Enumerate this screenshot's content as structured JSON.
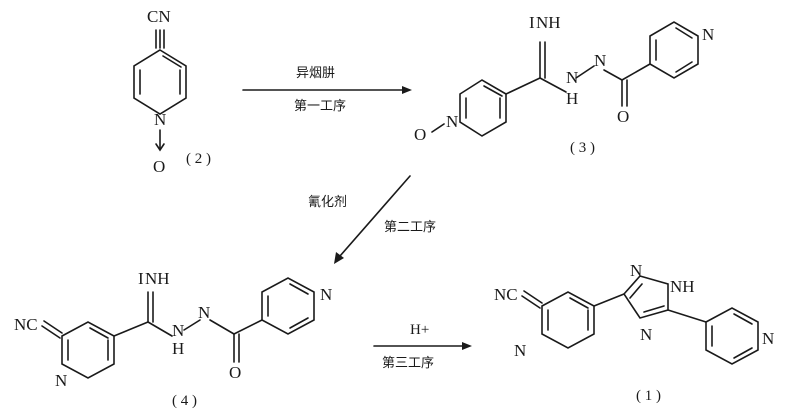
{
  "compounds": {
    "c2": {
      "cn": "CN",
      "n": "N",
      "o": "O",
      "label": "( 2 )"
    },
    "c3": {
      "imine": "NH",
      "imine_h": "I",
      "nh": "H",
      "n_py": "N",
      "n_oxide": "N",
      "o_oxide": "O",
      "carbonyl_o": "O",
      "label": "( 3 )"
    },
    "c4": {
      "cn": "NC",
      "n_py": "N",
      "n_ring": "N",
      "imine": "NH",
      "imine_h": "I",
      "nh": "H",
      "carbonyl_o": "O",
      "label": "( 4 )"
    },
    "c1": {
      "cn": "NC",
      "n_py": "N",
      "n_ring": "N",
      "n_triazole_top": "N",
      "nh_top": "NH",
      "n_triazole_low": "N",
      "label": "( 1 )"
    }
  },
  "steps": {
    "step1": {
      "reagent": "异烟肼",
      "step": "第一工序"
    },
    "step2": {
      "reagent": "氰化剂",
      "step": "第二工序"
    },
    "step3": {
      "reagent": "H+",
      "step": "第三工序"
    }
  }
}
